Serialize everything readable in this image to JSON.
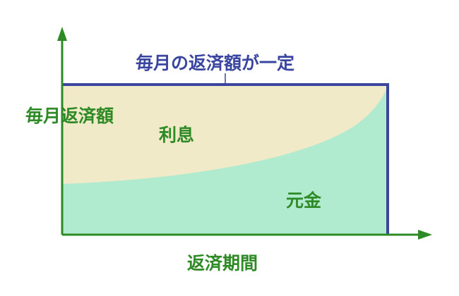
{
  "diagram": {
    "title": "毎月の返済額が一定",
    "y_axis_label": "毎月返済額",
    "x_axis_label": "返済期間",
    "regions": {
      "interest": "利息",
      "principal": "元金"
    },
    "colors": {
      "axis": "#2e8a25",
      "frame": "#3a45a0",
      "interest_fill": "#f0eac8",
      "principal_fill": "#b0eacf",
      "label_green": "#2e8a25",
      "title_blue": "#3a45a0"
    }
  }
}
